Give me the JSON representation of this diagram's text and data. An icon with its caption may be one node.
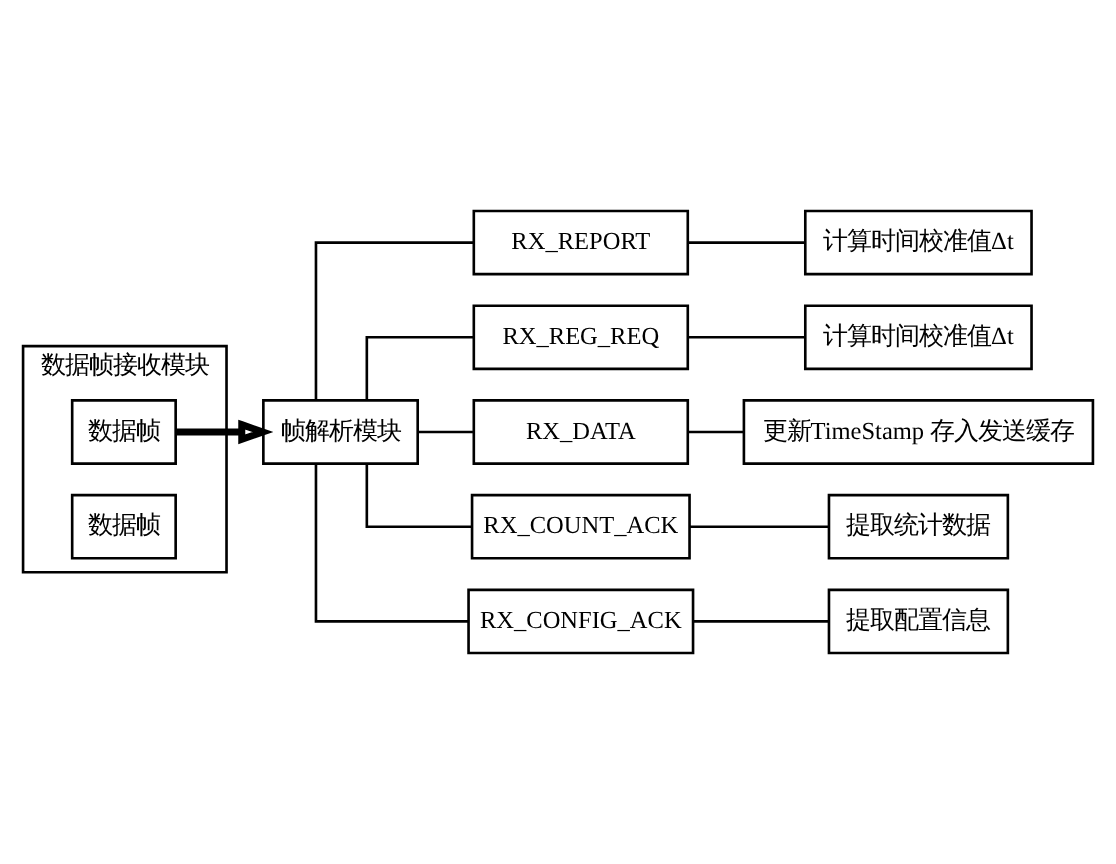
{
  "diagram": {
    "nodes": [
      {
        "text": [
          "数据帧接收模块"
        ]
      },
      {
        "text": [
          "数据帧"
        ],
        "in": 0
      },
      {
        "text": [
          "数据帧"
        ],
        "in": 0
      },
      {
        "text": [
          "帧解析模块"
        ]
      },
      {
        "text": [
          "RX_REPORT"
        ]
      },
      {
        "text": [
          "计算时间校准值Δt"
        ]
      },
      {
        "text": [
          "RX_REG_REQ"
        ]
      },
      {
        "text": [
          "计算时间校准值Δt"
        ]
      },
      {
        "text": [
          "RX_DATA"
        ]
      },
      {
        "text": [
          "更新TimeStamp 存入发送缓存"
        ]
      },
      {
        "text": [
          "RX_COUNT_ACK"
        ]
      },
      {
        "text": [
          "提取统计数据"
        ]
      },
      {
        "text": [
          "RX_CONFIG_ACK"
        ]
      },
      {
        "text": [
          "提取配置信息"
        ]
      }
    ],
    "edges": [
      {
        "from": 1,
        "to": 3,
        "arrow": "to",
        "style": "thick"
      },
      {
        "from": 3,
        "to": 4,
        "arrow": "none"
      },
      {
        "from": 3,
        "to": 6,
        "arrow": "none"
      },
      {
        "from": 3,
        "to": 8,
        "arrow": "none"
      },
      {
        "from": 3,
        "to": 10,
        "arrow": "none"
      },
      {
        "from": 3,
        "to": 12,
        "arrow": "none"
      },
      {
        "from": 4,
        "to": 5,
        "arrow": "none"
      },
      {
        "from": 6,
        "to": 7,
        "arrow": "none"
      },
      {
        "from": 8,
        "to": 9,
        "arrow": "none"
      },
      {
        "from": 10,
        "to": 11,
        "arrow": "none"
      },
      {
        "from": 12,
        "to": 13,
        "arrow": "none"
      }
    ]
  }
}
